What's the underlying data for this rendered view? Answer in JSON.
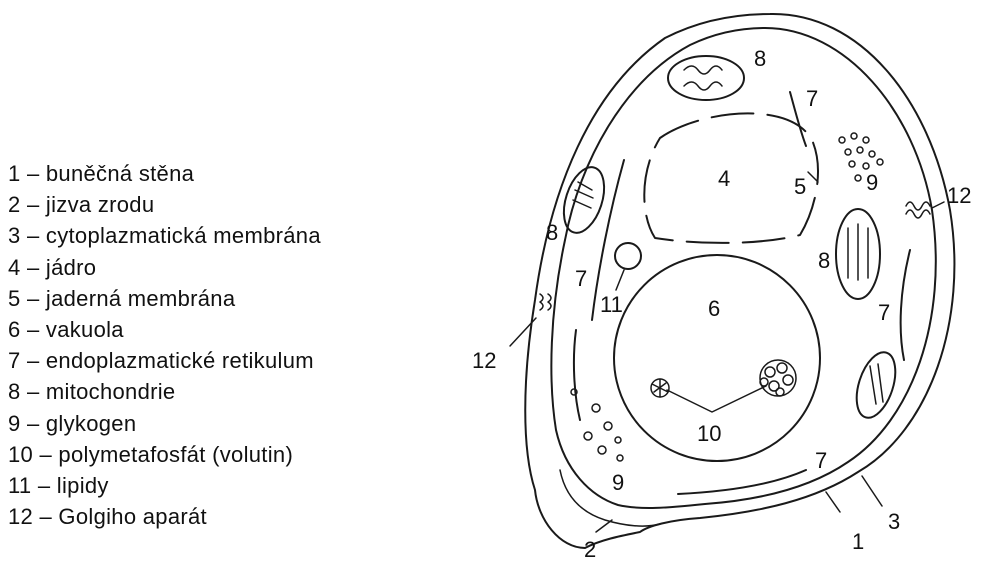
{
  "legend": [
    {
      "number": "1",
      "text": "1 – buněčná stěna"
    },
    {
      "number": "2",
      "text": "2 – jizva zrodu"
    },
    {
      "number": "3",
      "text": "3 – cytoplazmatická membrána"
    },
    {
      "number": "4",
      "text": "4 – jádro"
    },
    {
      "number": "5",
      "text": "5 – jaderná membrána"
    },
    {
      "number": "6",
      "text": "6 – vakuola"
    },
    {
      "number": "7",
      "text": "7 – endoplazmatické retikulum"
    },
    {
      "number": "8",
      "text": "8 – mitochondrie"
    },
    {
      "number": "9",
      "text": "9 – glykogen"
    },
    {
      "number": "10",
      "text": "10 – polymetafosfát (volutin)"
    },
    {
      "number": "11",
      "text": "11 – lipidy"
    },
    {
      "number": "12",
      "text": "12 – Golgiho aparát"
    }
  ],
  "labels": {
    "l1": "1",
    "l2": "2",
    "l3": "3",
    "l4": "4",
    "l5": "5",
    "l6": "6",
    "l7a": "7",
    "l7b": "7",
    "l7c": "7",
    "l7d": "7",
    "l8a": "8",
    "l8b": "8",
    "l8c": "8",
    "l9a": "9",
    "l9b": "9",
    "l10": "10",
    "l11": "11",
    "l12a": "12",
    "l12b": "12"
  }
}
